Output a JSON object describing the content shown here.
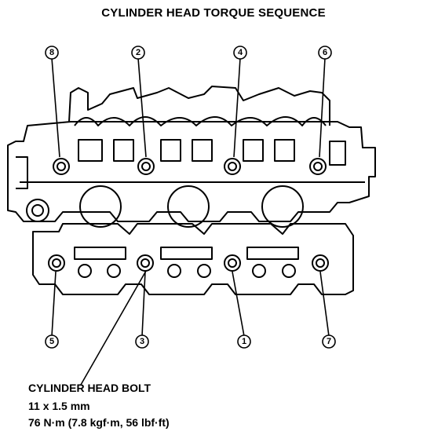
{
  "title": "CYLINDER HEAD TORQUE SEQUENCE",
  "callouts": {
    "c8": "8",
    "c2": "2",
    "c4": "4",
    "c6": "6",
    "c5": "5",
    "c3": "3",
    "c1": "1",
    "c7": "7"
  },
  "spec": {
    "name": "CYLINDER HEAD BOLT",
    "size": "11 x 1.5 mm",
    "torque": "76 N·m (7.8 kgf·m, 56 lbf·ft)"
  }
}
